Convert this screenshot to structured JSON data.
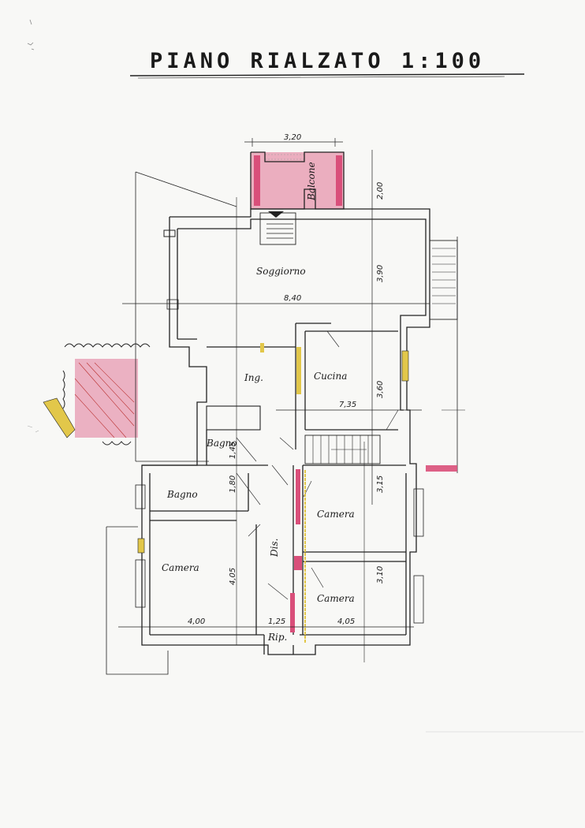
{
  "title": "PIANO  RIALZATO 1:100",
  "rooms": {
    "soggiorno": "Soggiorno",
    "cucina": "Cucina",
    "ingresso": "Ing.",
    "bagno_small": "Bagno",
    "bagno": "Bagno",
    "camera_left": "Camera",
    "camera_right_top": "Camera",
    "camera_right_bottom": "Camera",
    "disimpegno": "Dis.",
    "ripostiglio": "Rip.",
    "balcone": "Balcone"
  },
  "dimensions": {
    "d_3_20": "3,20",
    "d_2_00": "2,00",
    "d_3_90": "3,90",
    "d_8_40": "8,40",
    "d_3_60": "3,60",
    "d_7_35": "7,35",
    "d_1_45": "1,45",
    "d_1_80": "1,80",
    "d_3_15": "3,15",
    "d_3_10": "3,10",
    "d_4_05_v": "4,05",
    "d_4_00": "4,00",
    "d_1_25": "1,25",
    "d_4_05_h": "4,05"
  },
  "colors": {
    "paper": "#f8f8f6",
    "wall": "#222222",
    "pink": "#d94f7a",
    "pink_hatch": "#e9a5b9",
    "yellow": "#e2c74a"
  }
}
